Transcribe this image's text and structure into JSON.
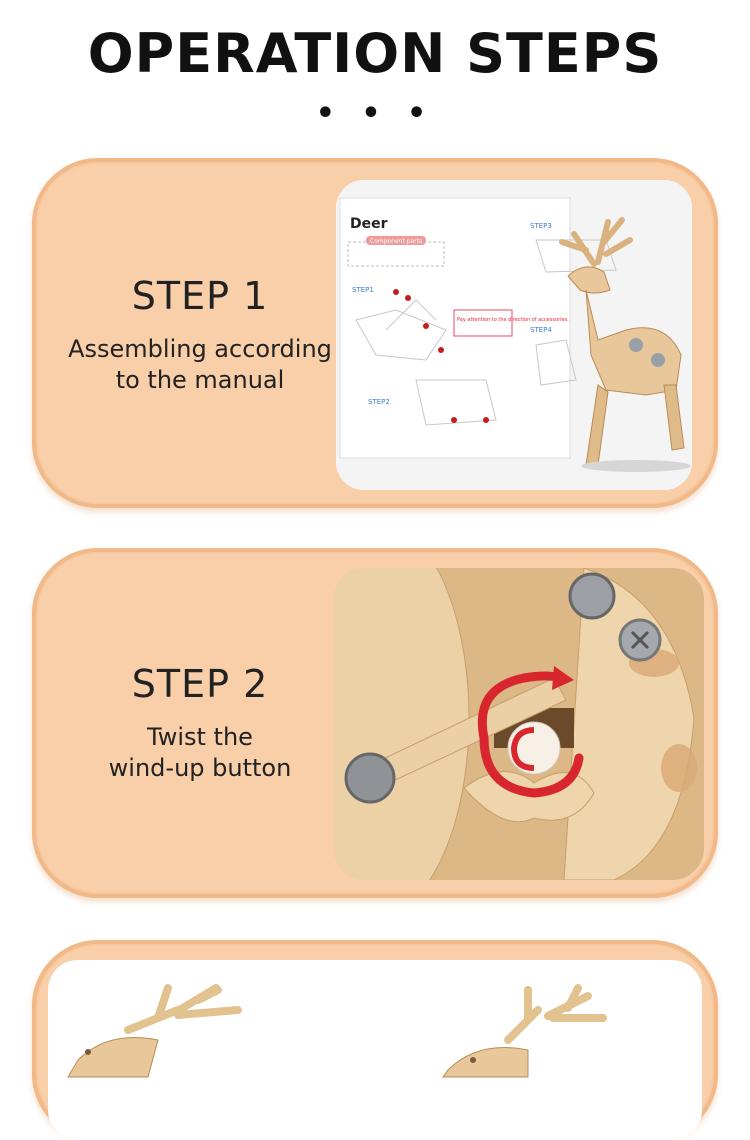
{
  "header": {
    "title": "OPERATION STEPS",
    "dots": "• • •"
  },
  "steps": [
    {
      "title": "STEP 1",
      "description_line1": "Assembling according",
      "description_line2": "to the manual",
      "image": "manual-and-deer-model-photo",
      "manual": {
        "heading": "Deer",
        "component_parts": "Component parts",
        "step1": "STEP1",
        "step2": "STEP2",
        "step3": "STEP3",
        "step4": "STEP4",
        "attention": "Pay attention to the direction of accessories."
      }
    },
    {
      "title": "STEP 2",
      "description_line1": "Twist the",
      "description_line2": "wind-up button",
      "image": "wind-up-button-closeup-photo"
    }
  ],
  "colors": {
    "card": "#f9cfaa",
    "card_border": "#f1b988",
    "wood": "#e8c79a",
    "arrow": "#d8262e"
  }
}
